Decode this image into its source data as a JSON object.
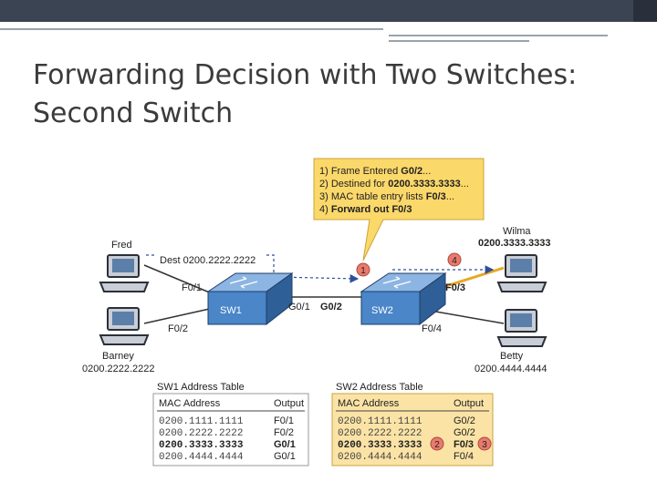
{
  "slide": {
    "title_line1": "Forwarding Decision with Two Switches:",
    "title_line2": "Second Switch"
  },
  "callout": {
    "lines": [
      {
        "plain": "1) Frame Entered ",
        "bold": "G0/2",
        "tail": "..."
      },
      {
        "plain": "2) Destined for ",
        "bold": "0200.3333.3333",
        "tail": "..."
      },
      {
        "plain": "3) MAC table entry lists ",
        "bold": "F0/3",
        "tail": "..."
      },
      {
        "plain": "4) ",
        "bold": "Forward out F0/3",
        "tail": ""
      }
    ]
  },
  "hosts": {
    "fred": {
      "name": "Fred"
    },
    "barney": {
      "name": "Barney",
      "mac": "0200.2222.2222"
    },
    "wilma": {
      "name": "Wilma",
      "mac": "0200.3333.3333"
    },
    "betty": {
      "name": "Betty",
      "mac": "0200.4444.4444"
    }
  },
  "frame_label": "Dest 0200.2222.2222",
  "switches": {
    "sw1": {
      "name": "SW1",
      "ports": {
        "fred": "F0/1",
        "barney": "F0/2",
        "uplink": "G0/1"
      }
    },
    "sw2": {
      "name": "SW2",
      "ports": {
        "uplink": "G0/2",
        "wilma": "F0/3",
        "betty": "F0/4"
      }
    }
  },
  "steps": {
    "s1": "1",
    "s2": "2",
    "s3": "3",
    "s4": "4"
  },
  "tables": {
    "sw1": {
      "title": "SW1 Address Table",
      "headers": {
        "mac": "MAC Address",
        "output": "Output"
      },
      "rows": [
        {
          "mac": "0200.1111.1111",
          "output": "F0/1"
        },
        {
          "mac": "0200.2222.2222",
          "output": "F0/2"
        },
        {
          "mac": "0200.3333.3333",
          "output": "G0/1"
        },
        {
          "mac": "0200.4444.4444",
          "output": "G0/1"
        }
      ]
    },
    "sw2": {
      "title": "SW2 Address Table",
      "headers": {
        "mac": "MAC Address",
        "output": "Output"
      },
      "rows": [
        {
          "mac": "0200.1111.1111",
          "output": "G0/2"
        },
        {
          "mac": "0200.2222.2222",
          "output": "G0/2"
        },
        {
          "mac": "0200.3333.3333",
          "output": "F0/3"
        },
        {
          "mac": "0200.4444.4444",
          "output": "F0/4"
        }
      ]
    }
  },
  "colors": {
    "callout_fill": "#fbd86a",
    "table_fill": "#fbe3a6",
    "switch_fill": "#4a86c8",
    "step_badge": "#e77b6d",
    "highlight_line": "#e8a826",
    "link_dashed": "#2f4f9a"
  }
}
